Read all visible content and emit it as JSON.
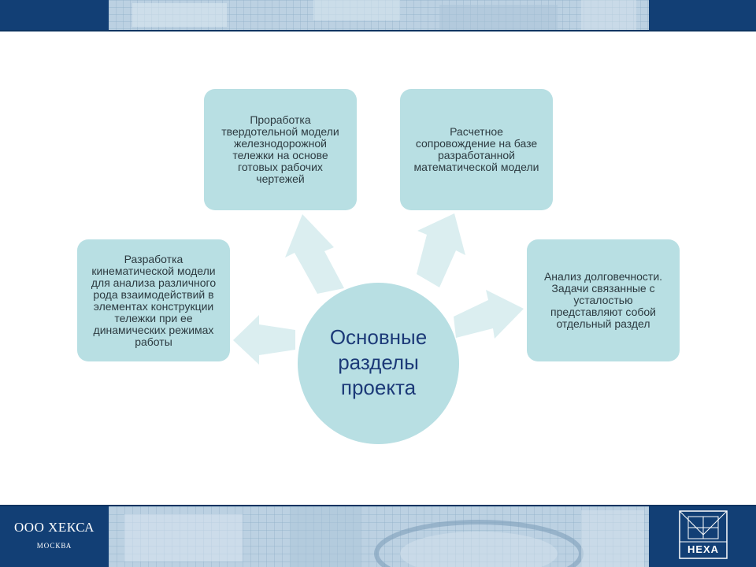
{
  "diagram": {
    "center": "Основные\nразделы\nпроекта",
    "left": "Разработка\nкинематической модели\nдля анализа различного\nрода взаимодействий в\nэлементах конструкции\nтележки при ее\nдинамических режимах\nработы",
    "top_left": "Проработка\nтвердотельной модели\nжелезнодорожной\nтележки на основе\nготовых рабочих\nчертежей",
    "top_right": "Расчетное\nсопровождение на базе\nразработанной\nматематической модели",
    "right": "Анализ долговечности.\nЗадачи связанные с\nусталостью\nпредставляют собой\nотдельный раздел"
  },
  "footer": {
    "company": "ООО ХЕКСА",
    "city": "МОСКВА",
    "logo": "HEXA"
  },
  "colors": {
    "band": "#123f75",
    "node_fill": "#b8dfe3",
    "arrow_fill": "#dbeef0",
    "title_text": "#1c3a78"
  }
}
